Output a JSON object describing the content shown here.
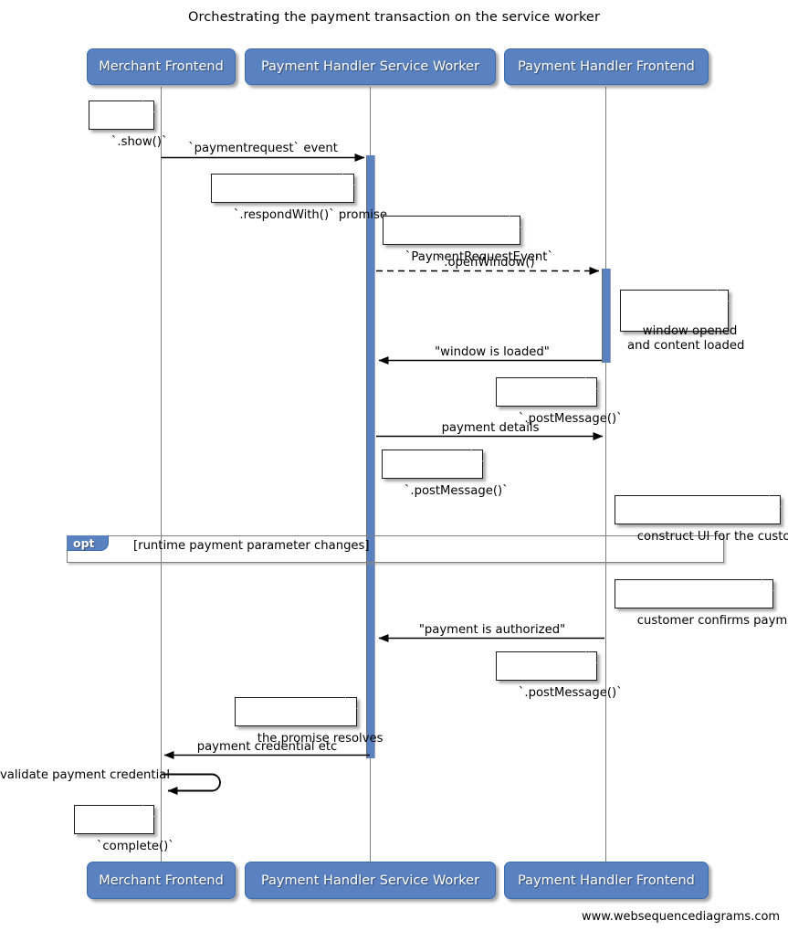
{
  "title": "Orchestrating the payment transaction on the service worker",
  "footer": "www.websequencediagrams.com",
  "theme": {
    "participant_fill": "#5b82c0",
    "participant_text": "#ffffff",
    "activation_fill": "#5b82c0",
    "lifeline": "#808080",
    "note_fill": "#ffffff",
    "note_border": "#1a1a1a",
    "fragment_border": "#808080",
    "background": "#ffffff"
  },
  "participants": [
    {
      "id": "merchant",
      "label": "Merchant Frontend"
    },
    {
      "id": "sw",
      "label": "Payment Handler Service Worker"
    },
    {
      "id": "phf",
      "label": "Payment Handler Frontend"
    }
  ],
  "messages": [
    {
      "id": "m1",
      "label": "`paymentrequest` event",
      "from": "merchant",
      "to": "sw",
      "style": "solid"
    },
    {
      "id": "m2",
      "label": "`.openWindow()`",
      "from": "sw",
      "to": "phf",
      "style": "dashed"
    },
    {
      "id": "m3",
      "label": "\"window is loaded\"",
      "from": "phf",
      "to": "sw",
      "style": "solid"
    },
    {
      "id": "m4",
      "label": "payment details",
      "from": "sw",
      "to": "phf",
      "style": "solid"
    },
    {
      "id": "m5",
      "label": "\"payment is authorized\"",
      "from": "phf",
      "to": "sw",
      "style": "solid"
    },
    {
      "id": "m6",
      "label": "payment credential etc",
      "from": "sw",
      "to": "merchant",
      "style": "solid"
    },
    {
      "id": "m7",
      "label": "validate payment credential",
      "from": "merchant",
      "to": "merchant",
      "style": "self"
    }
  ],
  "notes": [
    {
      "id": "n1",
      "text": "`.show()`"
    },
    {
      "id": "n2",
      "text": "`.respondWith()` promise"
    },
    {
      "id": "n3",
      "text": "`PaymentRequestEvent`"
    },
    {
      "id": "n4",
      "text": "window opened\nand content loaded"
    },
    {
      "id": "n5",
      "text": "`.postMessage()`"
    },
    {
      "id": "n6",
      "text": "`.postMessage()`"
    },
    {
      "id": "n7",
      "text": "construct UI for the customer"
    },
    {
      "id": "n8",
      "text": "customer confirms payment"
    },
    {
      "id": "n9",
      "text": "`.postMessage()`"
    },
    {
      "id": "n10",
      "text": "the promise resolves"
    },
    {
      "id": "n11",
      "text": "`complete()`"
    }
  ],
  "fragment": {
    "operator": "opt",
    "condition": "[runtime payment parameter changes]"
  }
}
